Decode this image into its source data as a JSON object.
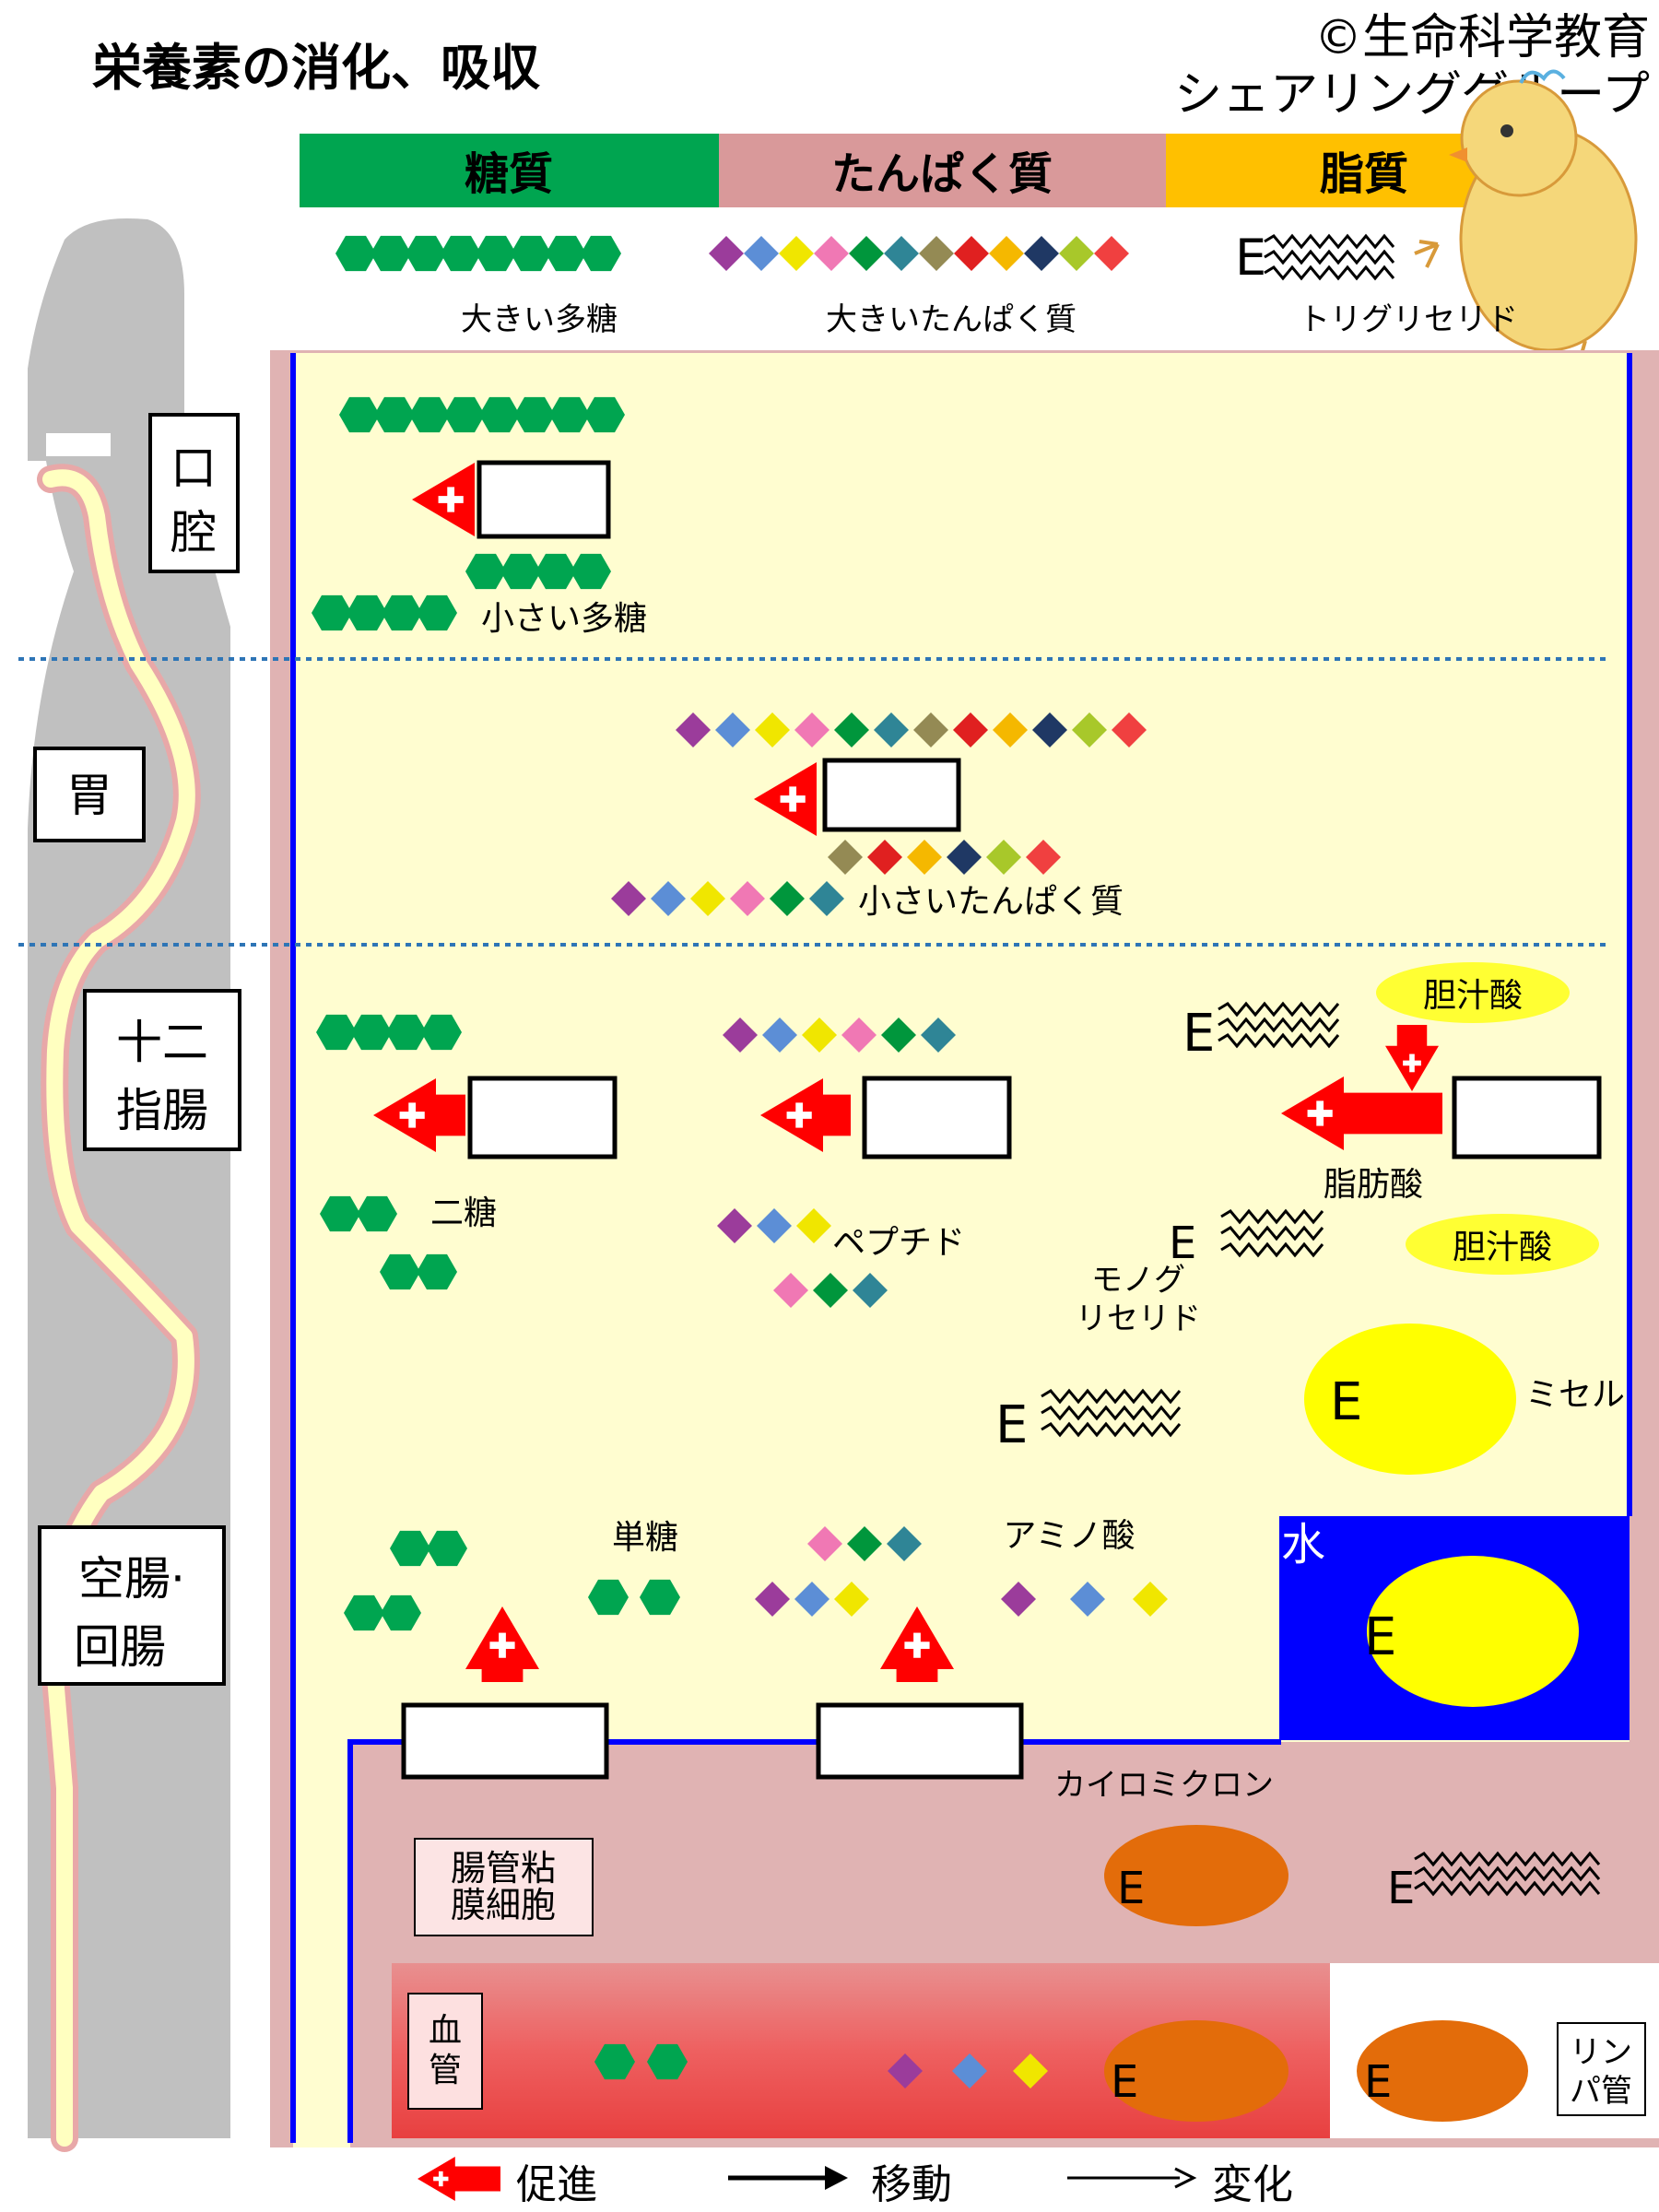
{
  "title": "栄養素の消化、吸収",
  "credit_line1": "©生命科学教育",
  "credit_line2": "シェアリンググループ",
  "headers": {
    "carb": "糖質",
    "protein": "たんぱく質",
    "lipid": "脂質"
  },
  "legend_row": {
    "big_poly": "大きい多糖",
    "big_protein": "大きいたんぱく質",
    "triglyceride": "トリグリセリド",
    "tg_glyph": "E"
  },
  "organs": {
    "mouth": [
      "口",
      "腔"
    ],
    "stomach": "胃",
    "duodenum": [
      "十二",
      "指腸"
    ],
    "jejunum": [
      "空腸·",
      "回腸"
    ],
    "mucosa": [
      "腸管粘",
      "膜細胞"
    ],
    "blood": [
      "血",
      "管"
    ],
    "lymph": [
      "リン",
      "パ管"
    ]
  },
  "labels": {
    "small_poly": "小さい多糖",
    "small_protein": "小さいたんぱく質",
    "bile_acid": "胆汁酸",
    "fatty_acid": "脂肪酸",
    "disaccharide": "二糖",
    "peptide": "ペプチド",
    "monoglyceride": [
      "モノグ",
      "リセリド"
    ],
    "micelle": "ミセル",
    "monosaccharide": "単糖",
    "amino_acid": "アミノ酸",
    "water": "水",
    "chylomicron": "カイロミクロン",
    "ester": "E"
  },
  "key": {
    "promote": "促進",
    "move": "移動",
    "change": "変化"
  },
  "colors": {
    "carb": "#00a550",
    "protein": "#d9999a",
    "lipid": "#ffc000",
    "lumen": "#fffdd0",
    "wall": "#e0b3b3",
    "vessel_border": "#0000ff",
    "blood": "#e84c4c",
    "chylo": "#e36c0a",
    "micelle": "#ffff00",
    "promote_arrow": "#ff0000",
    "body": "#c0c0c0",
    "tract": "#ffffc0"
  },
  "protein_palette": [
    "#9b3c9b",
    "#5c8ed6",
    "#f0e600",
    "#f078b4",
    "#00963c",
    "#2f8596",
    "#948a54",
    "#e02020",
    "#f5b800",
    "#1f3864",
    "#a8c82a",
    "#f04040"
  ],
  "icons": [
    "plus-arrow-icon",
    "hexagon-icon",
    "diamond-icon",
    "zigzag-icon",
    "chick-icon"
  ]
}
